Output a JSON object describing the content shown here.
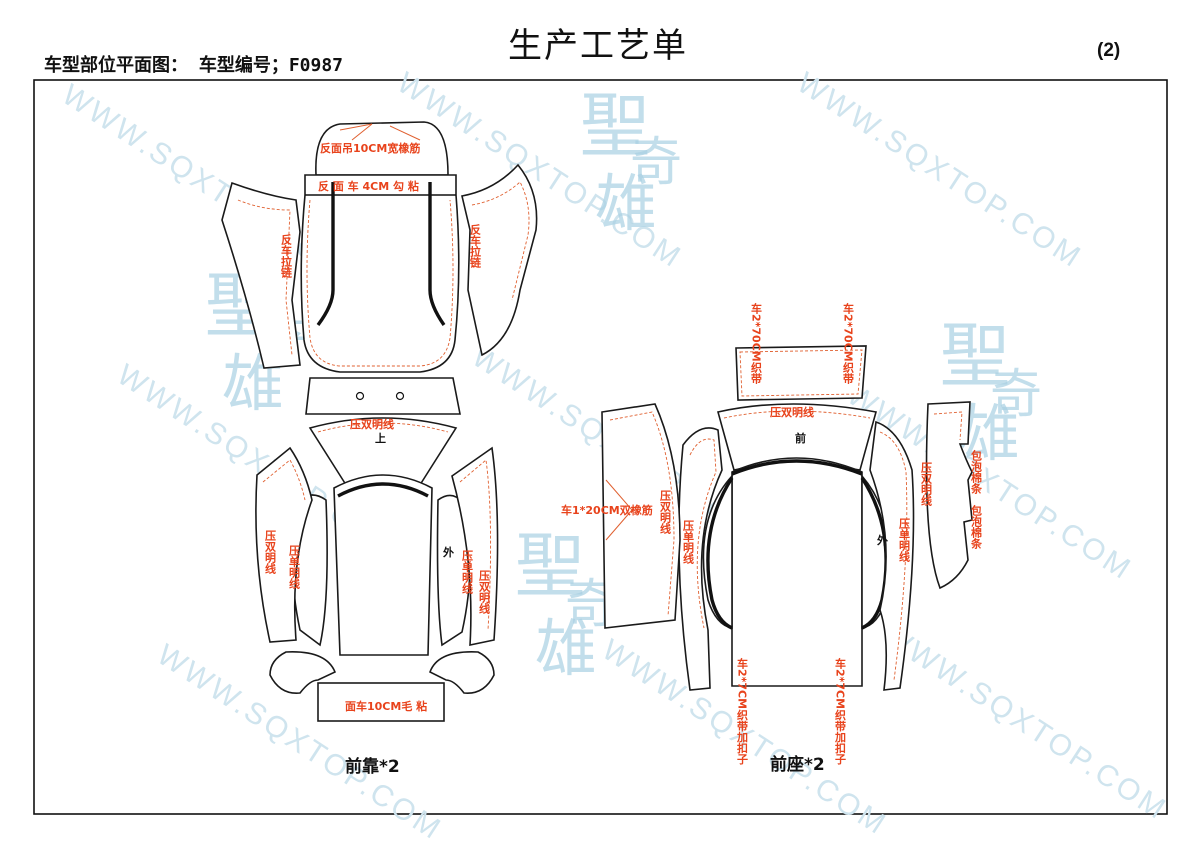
{
  "header": {
    "title": "生产工艺单",
    "left_label": "车型部位平面图：   车型编号；F0987",
    "page_number": "(2)"
  },
  "watermark": {
    "url_text": "WWW.SQXTOP.COM",
    "logo_chars": [
      "聖",
      "奇",
      "雄"
    ]
  },
  "back_part": {
    "caption": "前靠*2",
    "labels": {
      "top_reverse": "反面吊10CM宽橡筋",
      "top_strip": "反 面 车 4CM  勾  粘",
      "left_wing": "反车拉链",
      "right_wing": "反车拉链",
      "upper_panel": "压双明线",
      "upper_mark": "上",
      "left_double": "压双明线",
      "left_single": "压单明线",
      "outer_mark": "外",
      "right_single": "压单明线",
      "right_double": "压双明线",
      "bottom_strip": "面车10CM毛 粘"
    }
  },
  "seat_part": {
    "caption": "前座*2",
    "labels": {
      "top_left": "车2*70CM织带",
      "top_right": "车2*70CM织带",
      "front_panel": "压双明线",
      "front_mark": "前",
      "left_elastic": "车1*20CM双橡筋",
      "left_double": "压双明线",
      "left_single": "压单明线",
      "right_double": "压双明线",
      "outer_mark": "外",
      "right_single": "压单明线",
      "right_foam1": "包泡棉条",
      "right_foam2": "包泡棉条",
      "bottom_left": "车2*7CM织带加扣子",
      "bottom_right": "车2*7CM织带加扣子"
    }
  }
}
